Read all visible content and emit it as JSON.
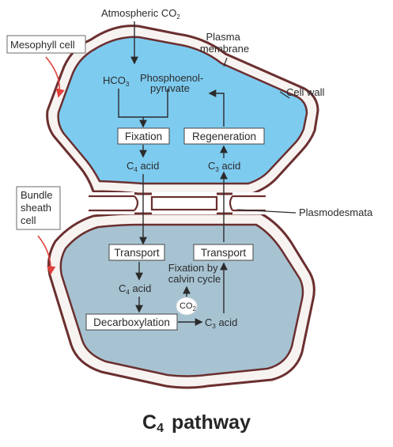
{
  "labels": {
    "atmospheric": "Atmospheric CO",
    "atmospheric_sub": "2",
    "plasma_1": "Plasma",
    "plasma_2": "membrane",
    "cell_wall": "Cell wall",
    "mesophyll": "Mesophyll cell",
    "bundle_1": "Bundle",
    "bundle_2": "sheath",
    "bundle_3": "cell",
    "plasmodesmata": "Plasmodesmata"
  },
  "mesophyll": {
    "hco3": "HCO",
    "hco3_sub": "3",
    "pep_1": "Phosphoenol-",
    "pep_2": "pyruvate",
    "fixation": "Fixation",
    "regeneration": "Regeneration",
    "c4_pre": "C",
    "c4_sub": "4",
    "c4_post": " acid",
    "c3_pre": "C",
    "c3_sub": "3",
    "c3_post": " acid"
  },
  "bundle_sheath": {
    "transport_left": "Transport",
    "transport_right": "Transport",
    "fixation_1": "Fixation by",
    "fixation_2": "calvin cycle",
    "c4_pre": "C",
    "c4_sub": "4",
    "c4_post": " acid",
    "co2": "CO",
    "co2_sub": "2",
    "decarboxylation": "Decarboxylation",
    "c3_pre": "C",
    "c3_sub": "3",
    "c3_post": " acid"
  },
  "caption": {
    "pre": "C",
    "sub": "4",
    "post": "pathway"
  },
  "colors": {
    "cell_wall_outline": "#6b2f2f",
    "cell_wall_fill": "#f7f3f1",
    "mesophyll_cytoplasm": "#7ecbf0",
    "bundle_cytoplasm": "#a7c3d2",
    "pointer_arrow": "#e0413b"
  }
}
